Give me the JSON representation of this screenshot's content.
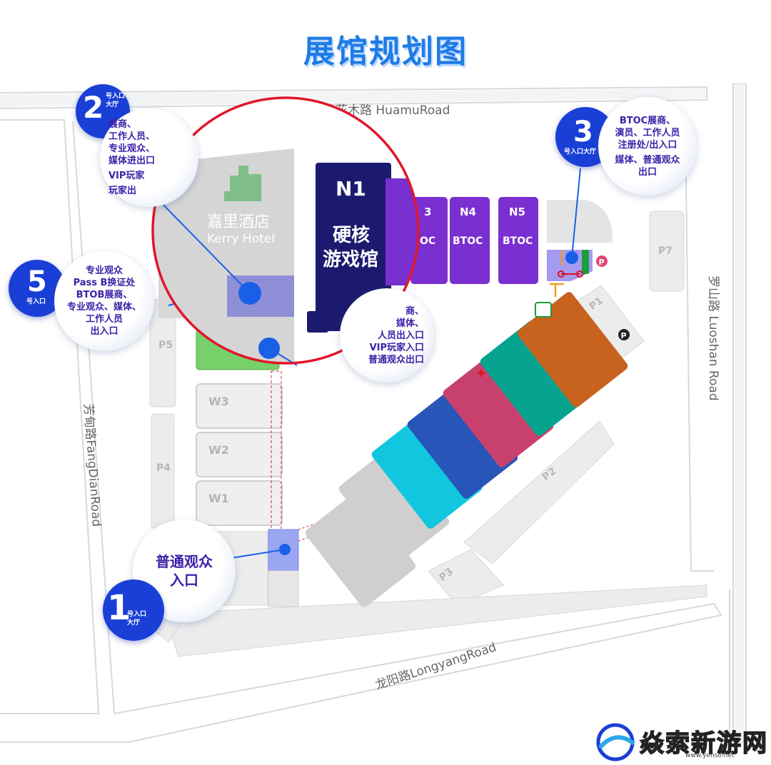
{
  "title": "展馆规划图",
  "roads": {
    "top": "花木路 HuamuRoad",
    "right": "罗山路 Luoshan Road",
    "left": "芳甸路FangDianRoad",
    "bottom": "龙阳路LongyangRoad"
  },
  "hotel": {
    "cn": "嘉里酒店",
    "en": "Kerry Hotel"
  },
  "halls": {
    "n1": {
      "code": "N1",
      "line1": "硬核",
      "line2": "游戏馆"
    },
    "n3": {
      "code": "3",
      "tag": "OC"
    },
    "n4": {
      "code": "N4",
      "tag": "BTOC"
    },
    "n5": {
      "code": "N5",
      "tag": "BTOC"
    },
    "w3": "W3",
    "w2": "W2",
    "w1": "W1"
  },
  "parking": {
    "p1": "P1",
    "p2": "P2",
    "p3": "P3",
    "p4": "P4",
    "p5": "P5",
    "p7": "P7",
    "symbol": "P"
  },
  "entrances": {
    "e1": {
      "num": "1",
      "sub1": "号入口",
      "sub2": "大厅",
      "lines": [
        "普通观众",
        "入口"
      ]
    },
    "e2": {
      "num": "2",
      "sub1": "号入口",
      "sub2": "大厅",
      "lines": [
        "展商、",
        "工作人员、",
        "专业观众、",
        "媒体进出口",
        "VIP玩家",
        "玩家出"
      ]
    },
    "e3": {
      "num": "3",
      "sub1": "号入口大厅",
      "lines": [
        "BTOC展商、",
        "演员、工作人员",
        "注册处/出入口",
        "媒体、普通观众",
        "出口"
      ]
    },
    "e5": {
      "num": "5",
      "sub1": "号入口",
      "lines": [
        "专业观众",
        "Pass B换证处",
        "BTOB展商、",
        "专业观众、媒体、",
        "工作人员",
        "出入口"
      ]
    },
    "n1side": {
      "lines": [
        "商、",
        "媒体、",
        "人员出入口",
        "VIP玩家入口",
        "普通观众出口"
      ]
    }
  },
  "watermark": {
    "text": "焱索新游网",
    "url": "www.yenso.net"
  },
  "colors": {
    "accent": "#1a3fd6",
    "n1": "#1c1a6e",
    "purple_hall": "#7a2fd0",
    "ring": "#e0162b"
  }
}
